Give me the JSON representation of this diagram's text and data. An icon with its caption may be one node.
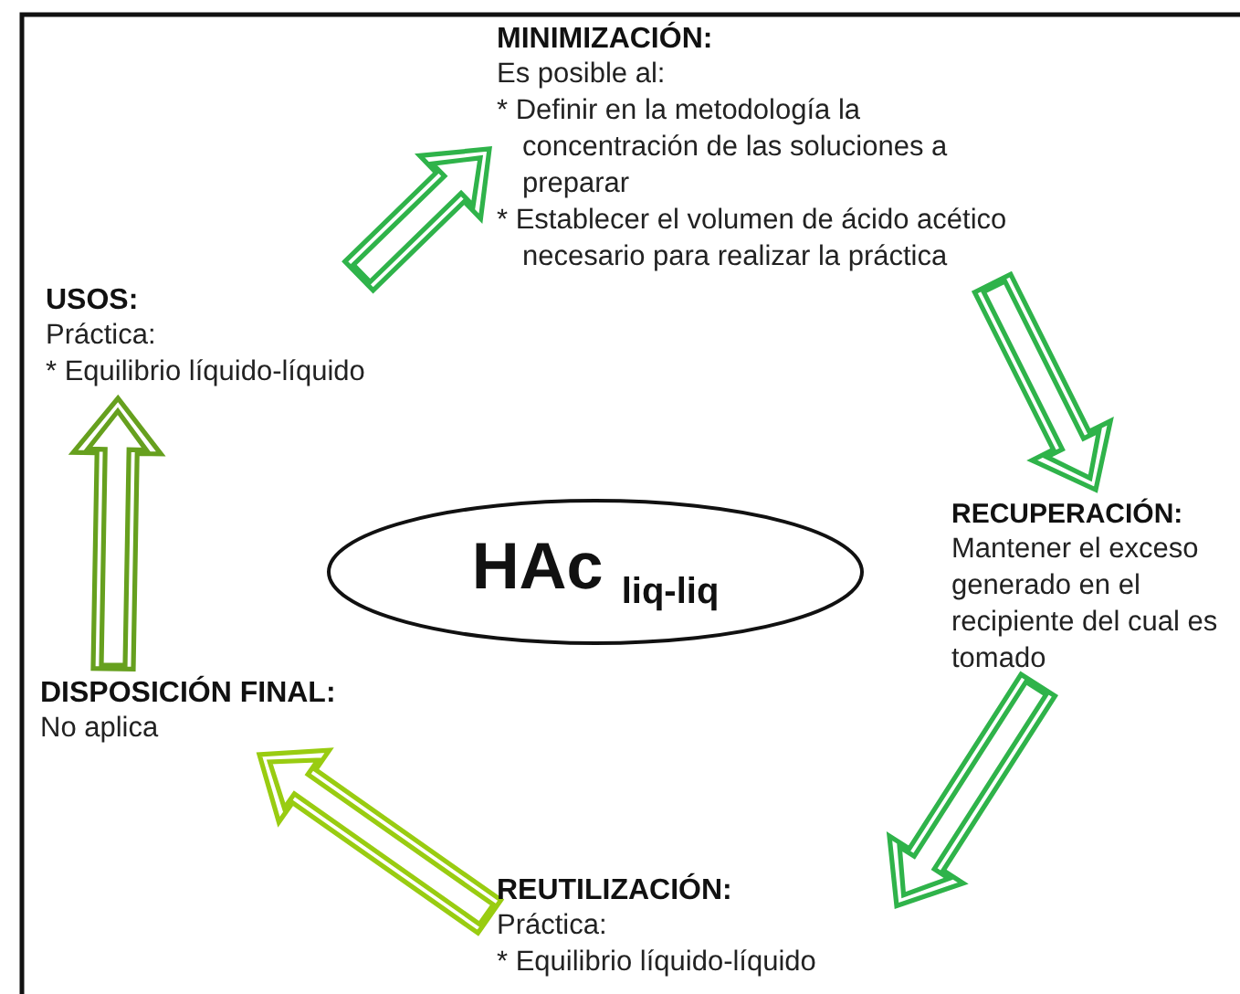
{
  "diagram": {
    "nodes": [
      {
        "text": [
          "MINIMIZACIÓN:",
          "Es posible al:",
          "* Definir en la metodología la concentración de las soluciones a preparar",
          "* Establecer el volumen de ácido acético necesario para realizar la práctica"
        ]
      },
      {
        "text": [
          "USOS:",
          "Práctica:",
          "* Equilibrio líquido-líquido"
        ]
      },
      {
        "text": [
          "HAc $_{liq-liq}$"
        ]
      },
      {
        "text": [
          "RECUPERACIÓN:",
          "Mantener el exceso generado en el recipiente del cual es tomado"
        ]
      },
      {
        "text": [
          "DISPOSICIÓN FINAL:",
          "No aplica"
        ]
      },
      {
        "text": [
          "REUTILIZACIÓN:",
          "Práctica:",
          "* Equilibrio líquido-líquido"
        ]
      }
    ],
    "edges": [
      {
        "from": 1,
        "to": 0,
        "arrow": "to"
      },
      {
        "from": 0,
        "to": 3,
        "arrow": "to"
      },
      {
        "from": 3,
        "to": 5,
        "arrow": "to"
      },
      {
        "from": 5,
        "to": 4,
        "arrow": "to",
        "color": "#99cc11"
      },
      {
        "from": 4,
        "to": 1,
        "arrow": "to",
        "color": "#66a01e"
      }
    ]
  }
}
